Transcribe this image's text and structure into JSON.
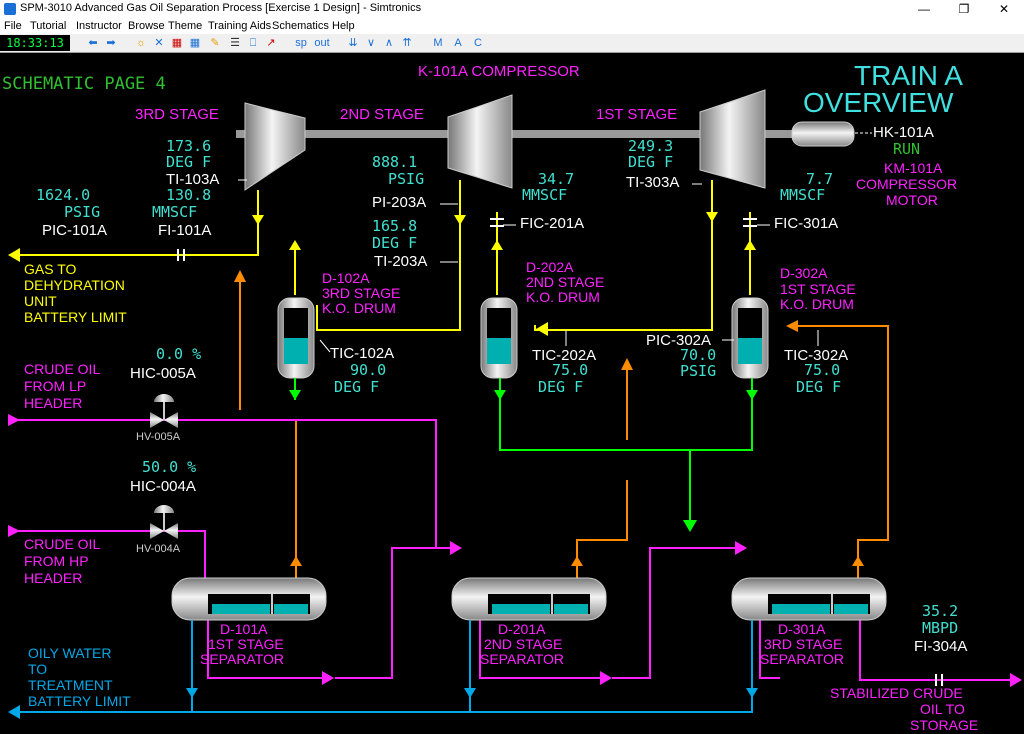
{
  "window": {
    "title": "SPM-3010 Advanced Gas Oil Separation Process [Exercise 1 Design] - Simtronics"
  },
  "menu": [
    "File",
    "Tutorial",
    "Instructor",
    "Browse",
    "Theme",
    "Training Aids",
    "Schematics",
    "Help"
  ],
  "toolbar": {
    "clock": "18:33:13",
    "sp": "sp",
    "out": "out",
    "m": "M",
    "a": "A",
    "c": "C"
  },
  "header": {
    "page": "SCHEMATIC PAGE 4",
    "compressor": "K-101A COMPRESSOR",
    "title1": "TRAIN A",
    "title2": "OVERVIEW"
  },
  "stages": {
    "third": "3RD STAGE",
    "second": "2ND STAGE",
    "first": "1ST STAGE"
  },
  "hk101a": {
    "tag": "HK-101A",
    "status": "RUN",
    "motor1": "KM-101A",
    "motor2": "COMPRESSOR",
    "motor3": "MOTOR"
  },
  "instruments": {
    "ti103a": {
      "tag": "TI-103A",
      "value": "173.6",
      "unit": "DEG F"
    },
    "pic101a": {
      "tag": "PIC-101A",
      "value": "1624.0",
      "unit": "PSIG"
    },
    "fi101a": {
      "tag": "FI-101A",
      "value": "130.8",
      "unit": "MMSCF"
    },
    "pi203a": {
      "tag": "PI-203A",
      "value": "888.1",
      "unit": "PSIG"
    },
    "ti203a": {
      "tag": "TI-203A",
      "value": "165.8",
      "unit": "DEG F"
    },
    "fic201a": {
      "tag": "FIC-201A",
      "value": "34.7",
      "unit": "MMSCF"
    },
    "ti303a": {
      "tag": "TI-303A",
      "value": "249.3",
      "unit": "DEG F"
    },
    "fic301a": {
      "tag": "FIC-301A",
      "value": "7.7",
      "unit": "MMSCF"
    },
    "tic102a": {
      "tag": "TIC-102A",
      "value": "90.0",
      "unit": "DEG F"
    },
    "tic202a": {
      "tag": "TIC-202A",
      "value": "75.0",
      "unit": "DEG F"
    },
    "pic302a": {
      "tag": "PIC-302A",
      "value": "70.0",
      "unit": "PSIG"
    },
    "tic302a": {
      "tag": "TIC-302A",
      "value": "75.0",
      "unit": "DEG F"
    },
    "hic005a": {
      "tag": "HIC-005A",
      "value": "0.0 %",
      "valve": "HV-005A"
    },
    "hic004a": {
      "tag": "HIC-004A",
      "value": "50.0 %",
      "valve": "HV-004A"
    },
    "fi304a": {
      "tag": "FI-304A",
      "value": "35.2",
      "unit": "MBPD"
    }
  },
  "drums": {
    "d102a": {
      "l1": "D-102A",
      "l2": "3RD STAGE",
      "l3": "K.O. DRUM"
    },
    "d202a": {
      "l1": "D-202A",
      "l2": "2ND STAGE",
      "l3": "K.O. DRUM"
    },
    "d302a": {
      "l1": "D-302A",
      "l2": "1ST STAGE",
      "l3": "K.O. DRUM"
    }
  },
  "separators": {
    "d101a": {
      "l1": "D-101A",
      "l2": "1ST STAGE",
      "l3": "SEPARATOR"
    },
    "d201a": {
      "l1": "D-201A",
      "l2": "2ND STAGE",
      "l3": "SEPARATOR"
    },
    "d301a": {
      "l1": "D-301A",
      "l2": "3RD STAGE",
      "l3": "SEPARATOR"
    }
  },
  "streams": {
    "gas_dehy": [
      "GAS TO",
      "DEHYDRATION",
      "UNIT",
      "BATTERY LIMIT"
    ],
    "crude_lp": [
      "CRUDE OIL",
      "FROM LP",
      "HEADER"
    ],
    "crude_hp": [
      "CRUDE OIL",
      "FROM HP",
      "HEADER"
    ],
    "oily_water": [
      "OILY WATER",
      "TO",
      "TREATMENT",
      "BATTERY LIMIT"
    ],
    "stab_crude": [
      "STABILIZED CRUDE",
      "OIL TO",
      "STORAGE"
    ]
  },
  "colors": {
    "gas": "#ffff00",
    "oil": "#ff22ff",
    "water": "#00a8e8",
    "liquid": "#00ff00",
    "control": "#ff8c00",
    "level": "#00b0b0"
  }
}
